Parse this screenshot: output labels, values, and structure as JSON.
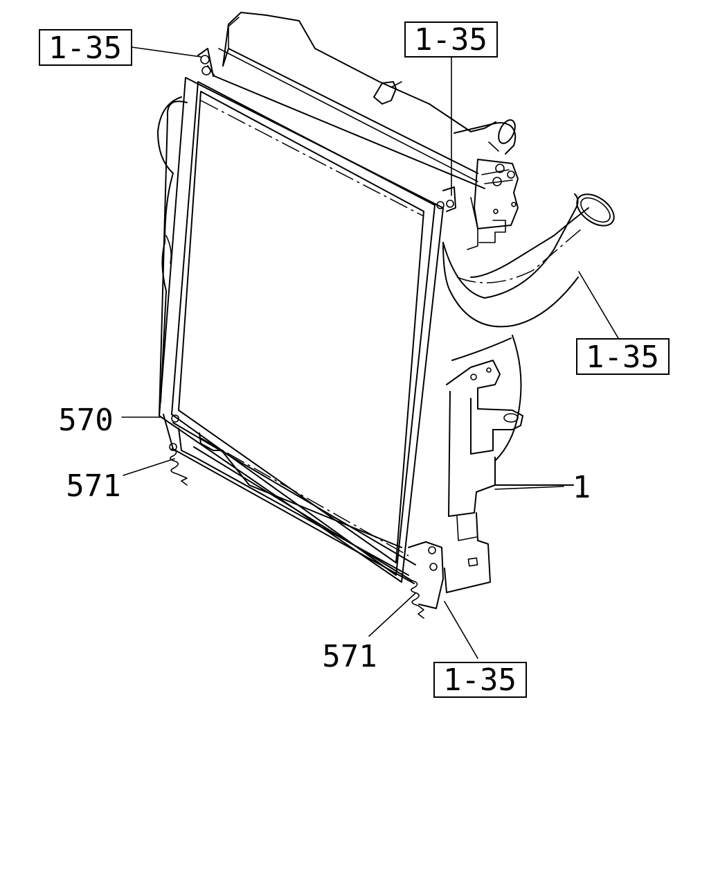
{
  "callouts": {
    "ref_top_left": "1-35",
    "ref_top_center": "1-35",
    "ref_right": "1-35",
    "ref_bottom": "1-35",
    "part_570": "570",
    "part_571_left": "571",
    "part_571_bottom": "571",
    "part_1": "1"
  }
}
